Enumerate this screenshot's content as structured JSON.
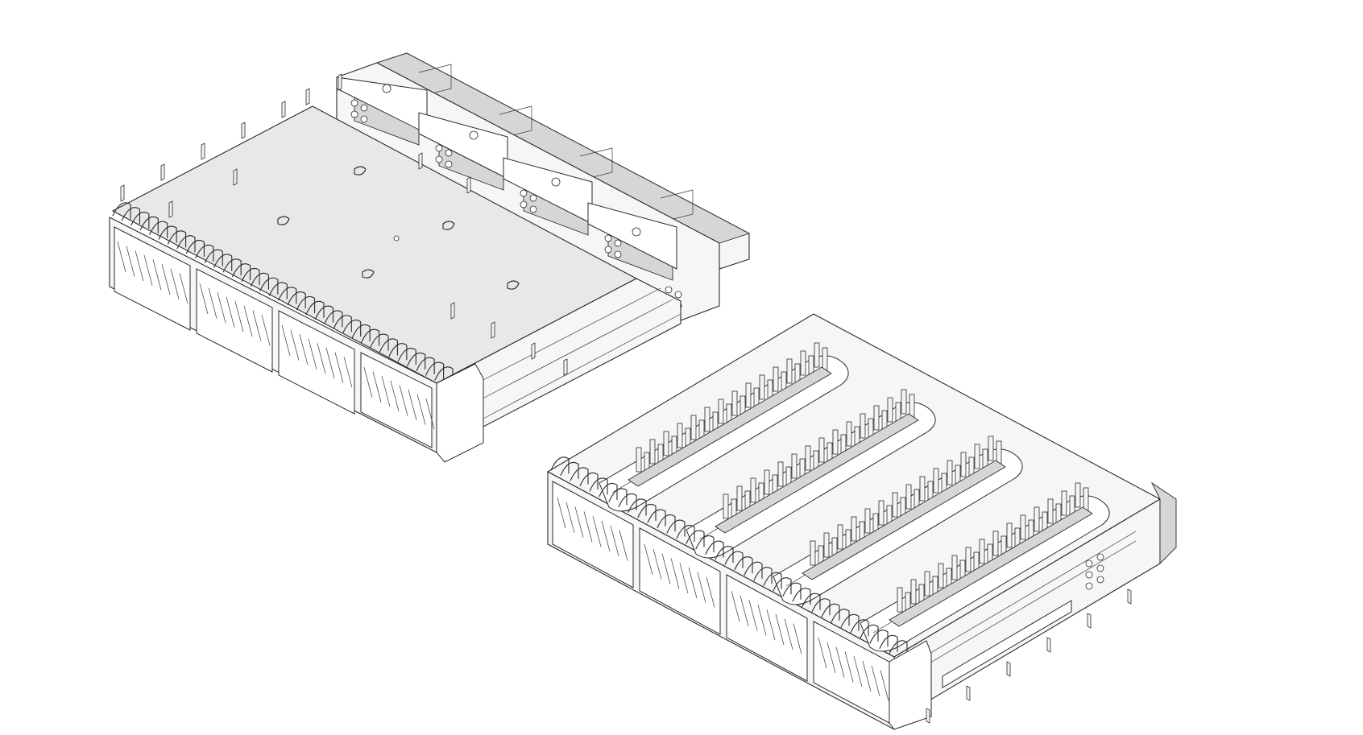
{
  "colors": {
    "background": "#ffffff",
    "line": "#2a2a2a",
    "face_light": "#f6f6f7",
    "face_top": "#e8e8ea",
    "face_shade": "#d6d6d9"
  },
  "figure": {
    "components": [
      {
        "id": "cage-assembly-closed",
        "ports": 4
      },
      {
        "id": "cage-assembly-open",
        "ports": 4
      }
    ]
  }
}
